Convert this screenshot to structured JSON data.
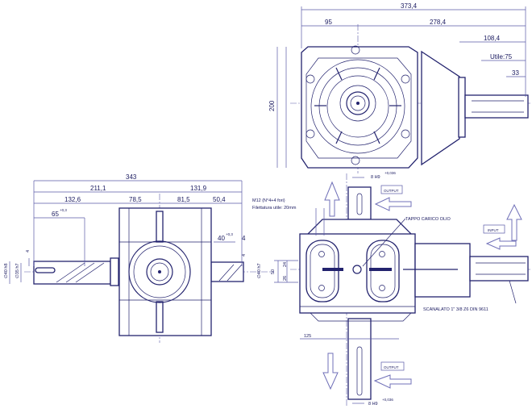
{
  "colors": {
    "line": "#23236e",
    "dimension": "#5a5aa8",
    "arrow": "#7070b8"
  },
  "top_view": {
    "overall": "373,4",
    "left": "95",
    "right": "278,4",
    "shaft_len": "108,4",
    "useful": "Utile:75",
    "tip": "33",
    "height": "200"
  },
  "front_view": {
    "overall": "343",
    "left_total": "211,1",
    "right_total": "131,9",
    "d1": "132,6",
    "d2": "78,5",
    "d3": "81,5",
    "d4": "50,4",
    "key_left": "65",
    "key_left_tol": "+0,3",
    "key_right": "40",
    "key_right_tol": "+0,3",
    "gap": "4",
    "dia_left_1": "∅40 h8",
    "dia_left_2": "∅35 h7",
    "key_depth_left": "4",
    "key_depth_right": "4",
    "dia_right": "∅40 h7"
  },
  "side_view": {
    "top_key": "8 H9",
    "bottom_key": "8 H9",
    "key_tol": "+0,036",
    "output_top": "OUTPUT",
    "output_bottom": "OUTPUT",
    "input": "INPUT",
    "thread_1": "M12 (N°4+4 fori)",
    "thread_2": "Filettatura utile: 20mm",
    "oil_plug": "TAPPO CARICO OLIO",
    "spline": "SCANALATO 1\" 3/8 Z6 DIN 9611",
    "dim_125": "125",
    "dim_24": "24",
    "dim_26": "26",
    "dim_50": "50"
  }
}
